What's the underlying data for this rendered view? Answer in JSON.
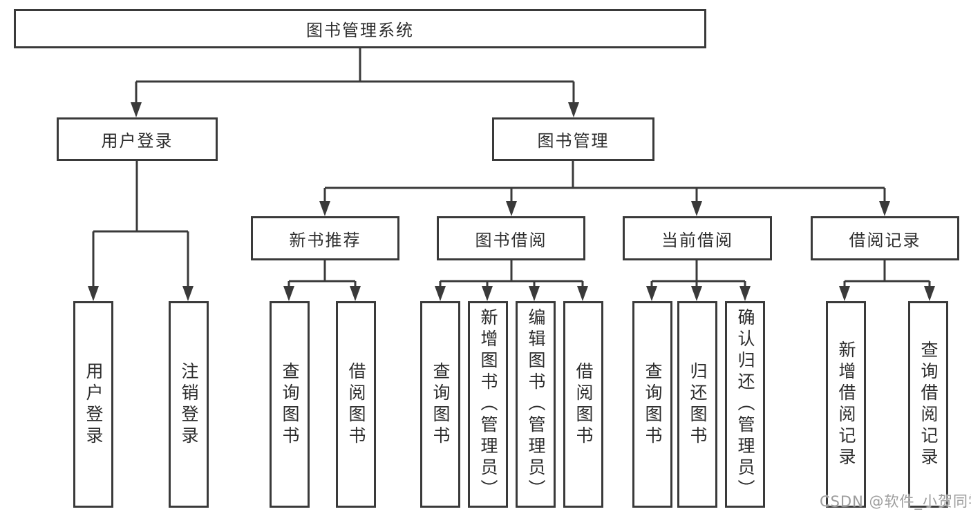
{
  "diagram": {
    "root": {
      "label": "图书管理系统"
    },
    "level2": [
      {
        "label": "用户登录",
        "children": [
          {
            "label": "用户登录"
          },
          {
            "label": "注销登录"
          }
        ]
      },
      {
        "label": "图书管理",
        "children": [
          {
            "label": "新书推荐",
            "children": [
              {
                "label": "查询图书"
              },
              {
                "label": "借阅图书"
              }
            ]
          },
          {
            "label": "图书借阅",
            "children": [
              {
                "label": "查询图书"
              },
              {
                "label": "新增图书（管理员）"
              },
              {
                "label": "编辑图书（管理员）"
              },
              {
                "label": "借阅图书"
              }
            ]
          },
          {
            "label": "当前借阅",
            "children": [
              {
                "label": "查询图书"
              },
              {
                "label": "归还图书"
              },
              {
                "label": "确认归还（管理员）"
              }
            ]
          },
          {
            "label": "借阅记录",
            "children": [
              {
                "label": "新增借阅记录"
              },
              {
                "label": "查询借阅记录"
              }
            ]
          }
        ]
      }
    ]
  },
  "watermark": {
    "text": "CSDN @软件_小贺同学"
  },
  "colors": {
    "line": "#3a3a3a",
    "text": "#2d2d2d",
    "watermark": "#9c9c9c",
    "background": "#ffffff"
  }
}
